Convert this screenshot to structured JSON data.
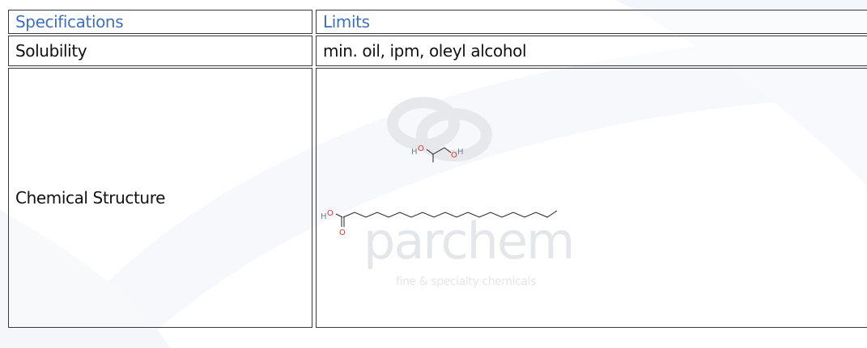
{
  "table": {
    "header": {
      "col1": "Specifications",
      "col2": "Limits"
    },
    "rows": [
      {
        "spec": "Solubility",
        "limit": "min. oil, ipm, oleyl alcohol"
      },
      {
        "spec": "Chemical Structure",
        "limit": ""
      }
    ]
  },
  "watermark": {
    "brand": "parchem",
    "tagline": "fine & specialty chemicals"
  },
  "structure": {
    "atoms": {
      "h": "H",
      "o": "O"
    }
  },
  "colors": {
    "header_text": "#3f6fbf",
    "oxygen": "#e0352b",
    "hydrogen": "#708090",
    "watermark": "#e4e6ea",
    "swoosh": "#f1f4f8"
  }
}
